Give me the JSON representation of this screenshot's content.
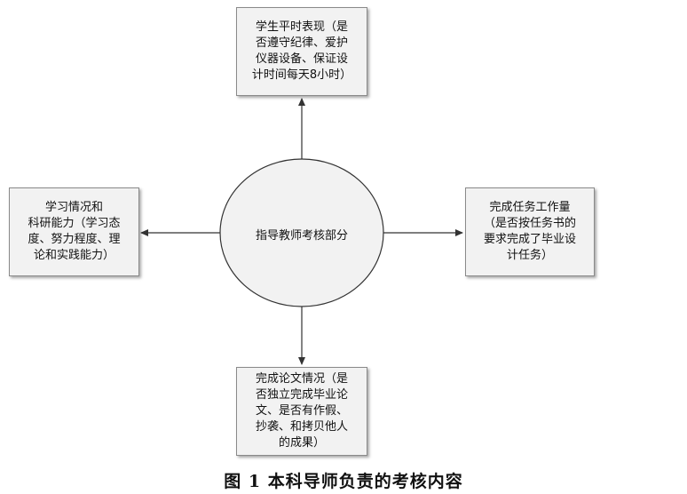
{
  "diagram": {
    "center": "指导教师考核部分",
    "top_box": [
      "学生平时表现（是",
      "否遵守纪律、爱护",
      "仪器设备、保证设",
      "计时间每天8小时）"
    ],
    "left_box": [
      "学习情况和",
      "科研能力（学习态",
      "度、努力程度、理",
      "论和实践能力）"
    ],
    "right_box": [
      "完成任务工作量",
      "（是否按任务书的",
      "要求完成了毕业设",
      "计任务）"
    ],
    "bottom_box": [
      "完成论文情况（是",
      "否独立完成毕业论",
      "文、是否有作假、",
      "抄袭、和拷贝他人",
      "的成果）"
    ]
  },
  "caption": "图 1  本科导师负责的考核内容"
}
